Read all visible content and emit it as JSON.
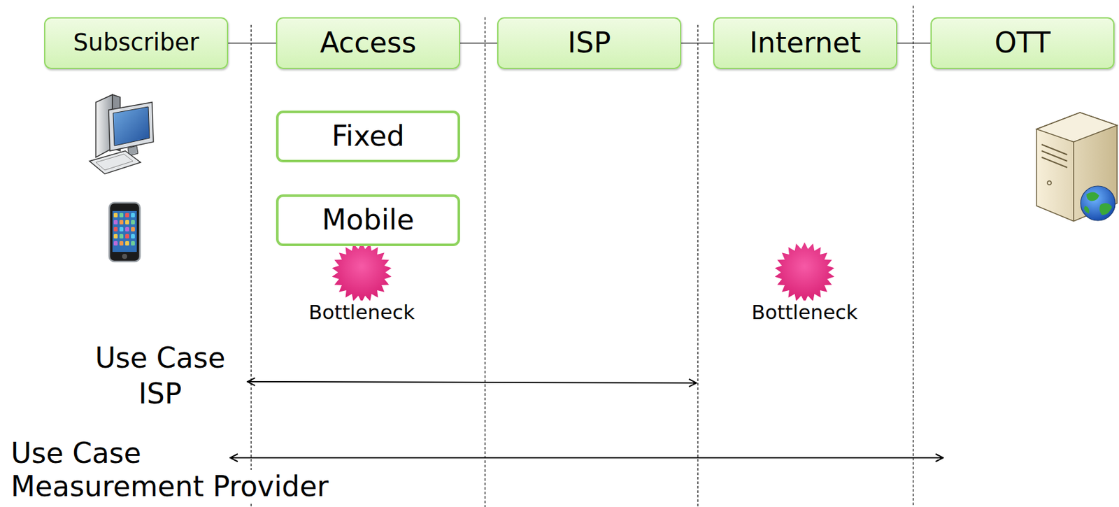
{
  "diagram": {
    "nodes": [
      {
        "text": [
          "Subscriber"
        ]
      },
      {
        "text": [
          "Access"
        ]
      },
      {
        "text": [
          "ISP"
        ]
      },
      {
        "text": [
          "Internet"
        ]
      },
      {
        "text": [
          "OTT"
        ]
      },
      {
        "text": [
          "Fixed"
        ]
      },
      {
        "text": [
          "Mobile"
        ]
      }
    ],
    "edges": [
      {
        "from": 0,
        "to": 1,
        "arrow": "none"
      },
      {
        "from": 1,
        "to": 2,
        "arrow": "none"
      },
      {
        "from": 2,
        "to": 3,
        "arrow": "none"
      },
      {
        "from": 3,
        "to": 4,
        "arrow": "none"
      }
    ],
    "labels": [
      "Bottleneck",
      "Bottleneck",
      "Use Case ISP",
      "Use Case Measurement Provider"
    ]
  }
}
